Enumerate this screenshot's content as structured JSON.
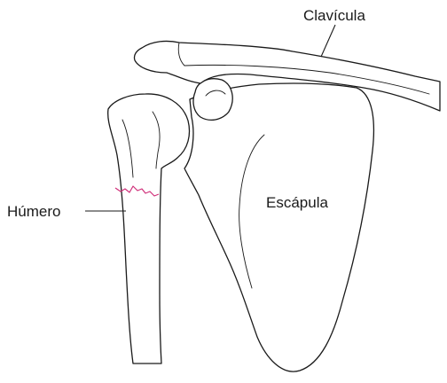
{
  "labels": {
    "clavicle": "Clavícula",
    "humerus": "Húmero",
    "scapula": "Escápula"
  },
  "colors": {
    "bone_outline": "#1a1a1a",
    "fracture_line": "#d0307a",
    "background": "#ffffff"
  }
}
